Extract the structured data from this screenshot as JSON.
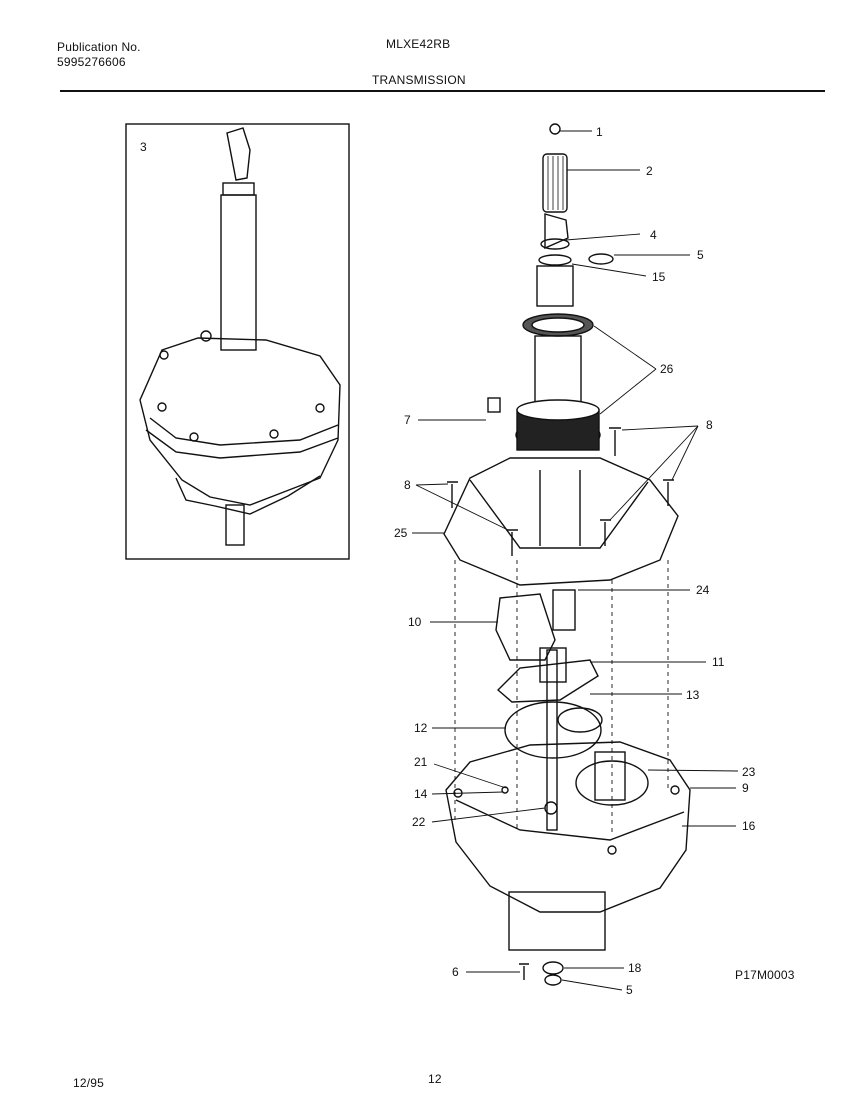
{
  "header": {
    "publication_label": "Publication No.",
    "publication_number": "5995276606",
    "model": "MLXE42RB",
    "section_title": "TRANSMISSION"
  },
  "diagram": {
    "code": "P17M0003",
    "inset_callout": "3",
    "callouts": [
      "1",
      "2",
      "4",
      "5",
      "15",
      "26",
      "7",
      "8",
      "8",
      "25",
      "24",
      "10",
      "11",
      "13",
      "12",
      "21",
      "23",
      "9",
      "14",
      "22",
      "16",
      "6",
      "18",
      "5"
    ]
  },
  "footer": {
    "date": "12/95",
    "page": "12"
  }
}
